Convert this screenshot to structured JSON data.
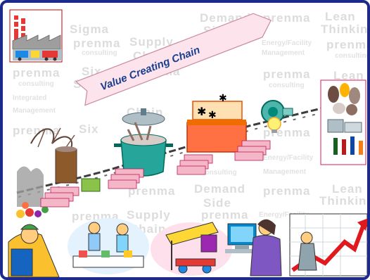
{
  "slide": {
    "title": "Value Creating Chain",
    "colors": {
      "frame": "#1c2a8c",
      "banner_fill": "#fce4ec",
      "banner_text": "#1a3f8f",
      "chain": "#4a4a4a",
      "arrow": "#e0191f"
    }
  },
  "watermark": {
    "terms": [
      "Six",
      "Sigma",
      "prenma",
      "consulting",
      "Supply",
      "Chain",
      "Demand",
      "Side",
      "Energy/Facility",
      "Management",
      "Lean",
      "Thinking",
      "Integrated"
    ]
  },
  "illustrations": {
    "left_top": "factory-icon",
    "left_side": "raw-materials-icon",
    "pot": "cooking-pot-icon",
    "box": "product-box-icon",
    "gear": "motor-gear-icon",
    "bulb": "light-bulb-icon",
    "right_box": "food-products-icon",
    "bottom": [
      "worker-icon",
      "assembly-workers-icon",
      "crane-icon",
      "computer-user-icon",
      "growth-chart-icon"
    ]
  }
}
